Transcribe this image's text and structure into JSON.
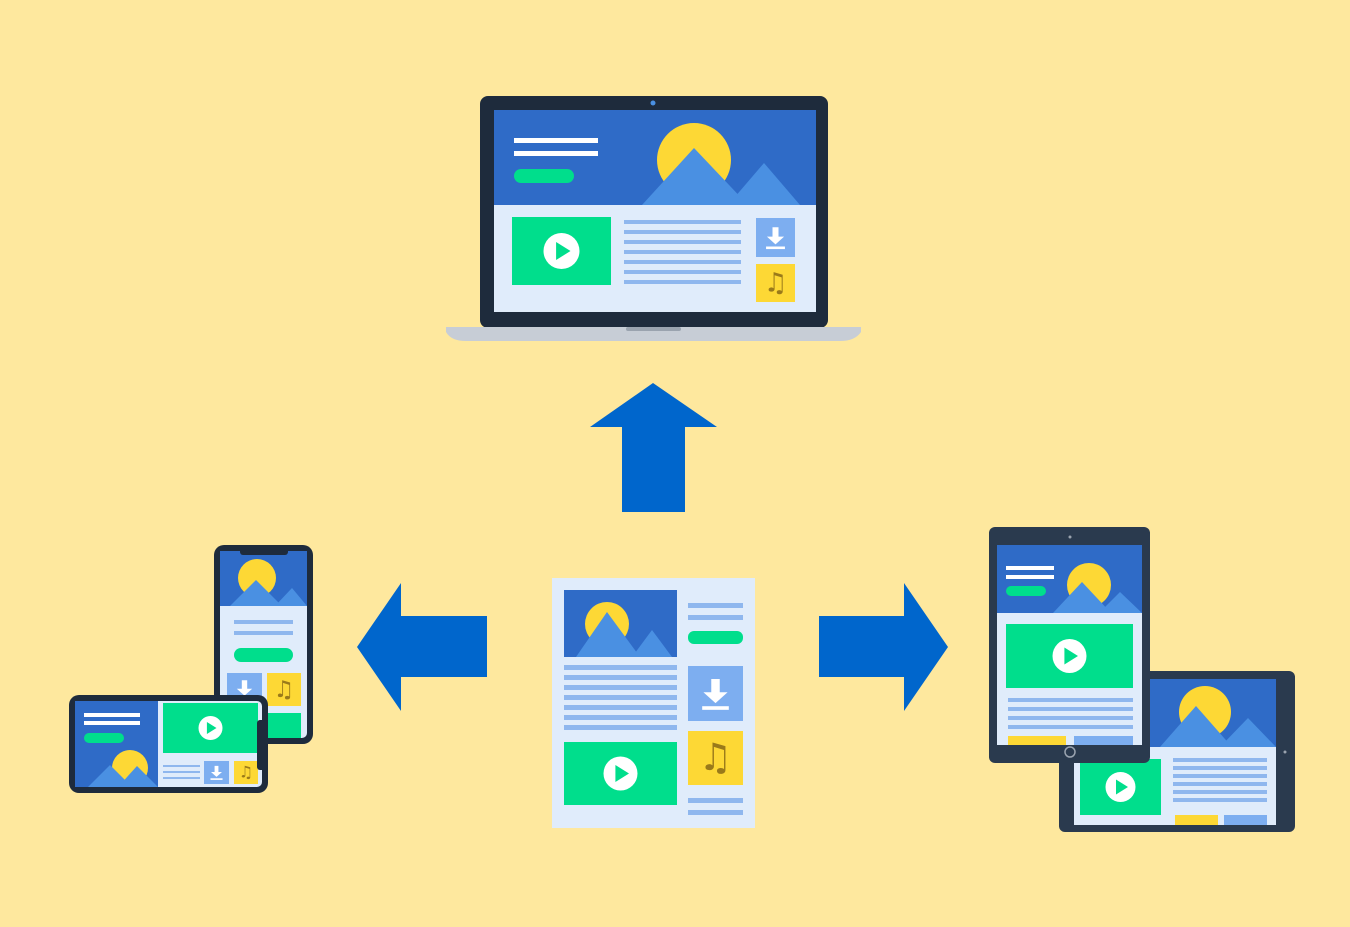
{
  "colors": {
    "background": "#FEE89E",
    "device_frame": "#1E2B3C",
    "tablet_frame": "#2A3A4E",
    "header_blue": "#2F6BC7",
    "mountain_blue": "#4A90E2",
    "sun_yellow": "#FDD835",
    "video_green": "#00DE8C",
    "panel_light": "#E0ECFB",
    "text_lines": "#8FB7EE",
    "tile_blue": "#7DAEF0",
    "arrow_blue": "#0066CC",
    "laptop_base": "#C7CDD6"
  },
  "icons": [
    "play-icon",
    "download-icon",
    "music-note-icon",
    "arrow-up-icon",
    "arrow-left-icon",
    "arrow-right-icon"
  ],
  "devices": [
    "laptop",
    "phone-portrait",
    "phone-landscape",
    "tablet-portrait",
    "tablet-landscape"
  ]
}
